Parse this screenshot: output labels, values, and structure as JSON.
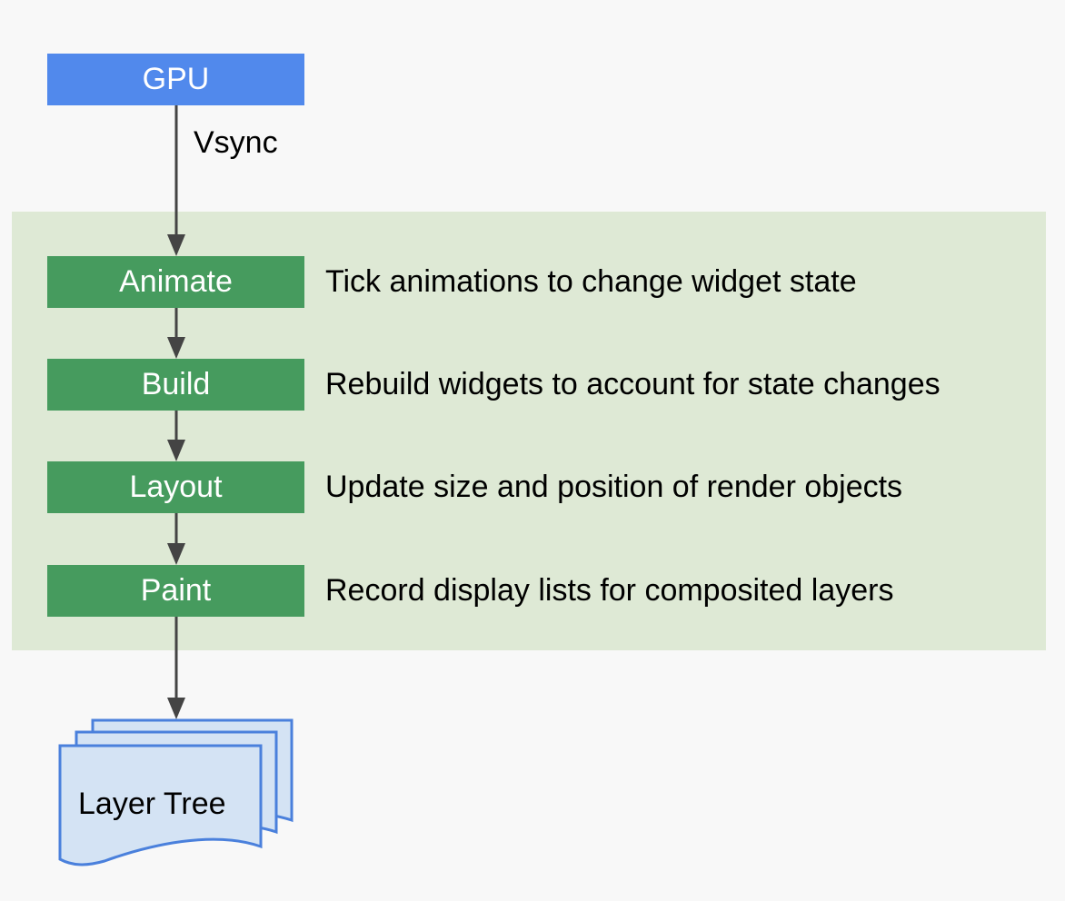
{
  "gpu": {
    "label": "GPU"
  },
  "vsync": {
    "label": "Vsync"
  },
  "steps": [
    {
      "label": "Animate",
      "description": "Tick animations to change widget state"
    },
    {
      "label": "Build",
      "description": "Rebuild widgets to account for state changes"
    },
    {
      "label": "Layout",
      "description": "Update size and position of render objects"
    },
    {
      "label": "Paint",
      "description": "Record display lists for composited layers"
    }
  ],
  "output": {
    "label": "Layer Tree"
  },
  "colors": {
    "gpu_box": "#5189ec",
    "step_box": "#469b5e",
    "panel": "#dee9d5",
    "arrow": "#444444",
    "document_fill": "#d4e3f4",
    "document_stroke": "#4a80dc"
  }
}
